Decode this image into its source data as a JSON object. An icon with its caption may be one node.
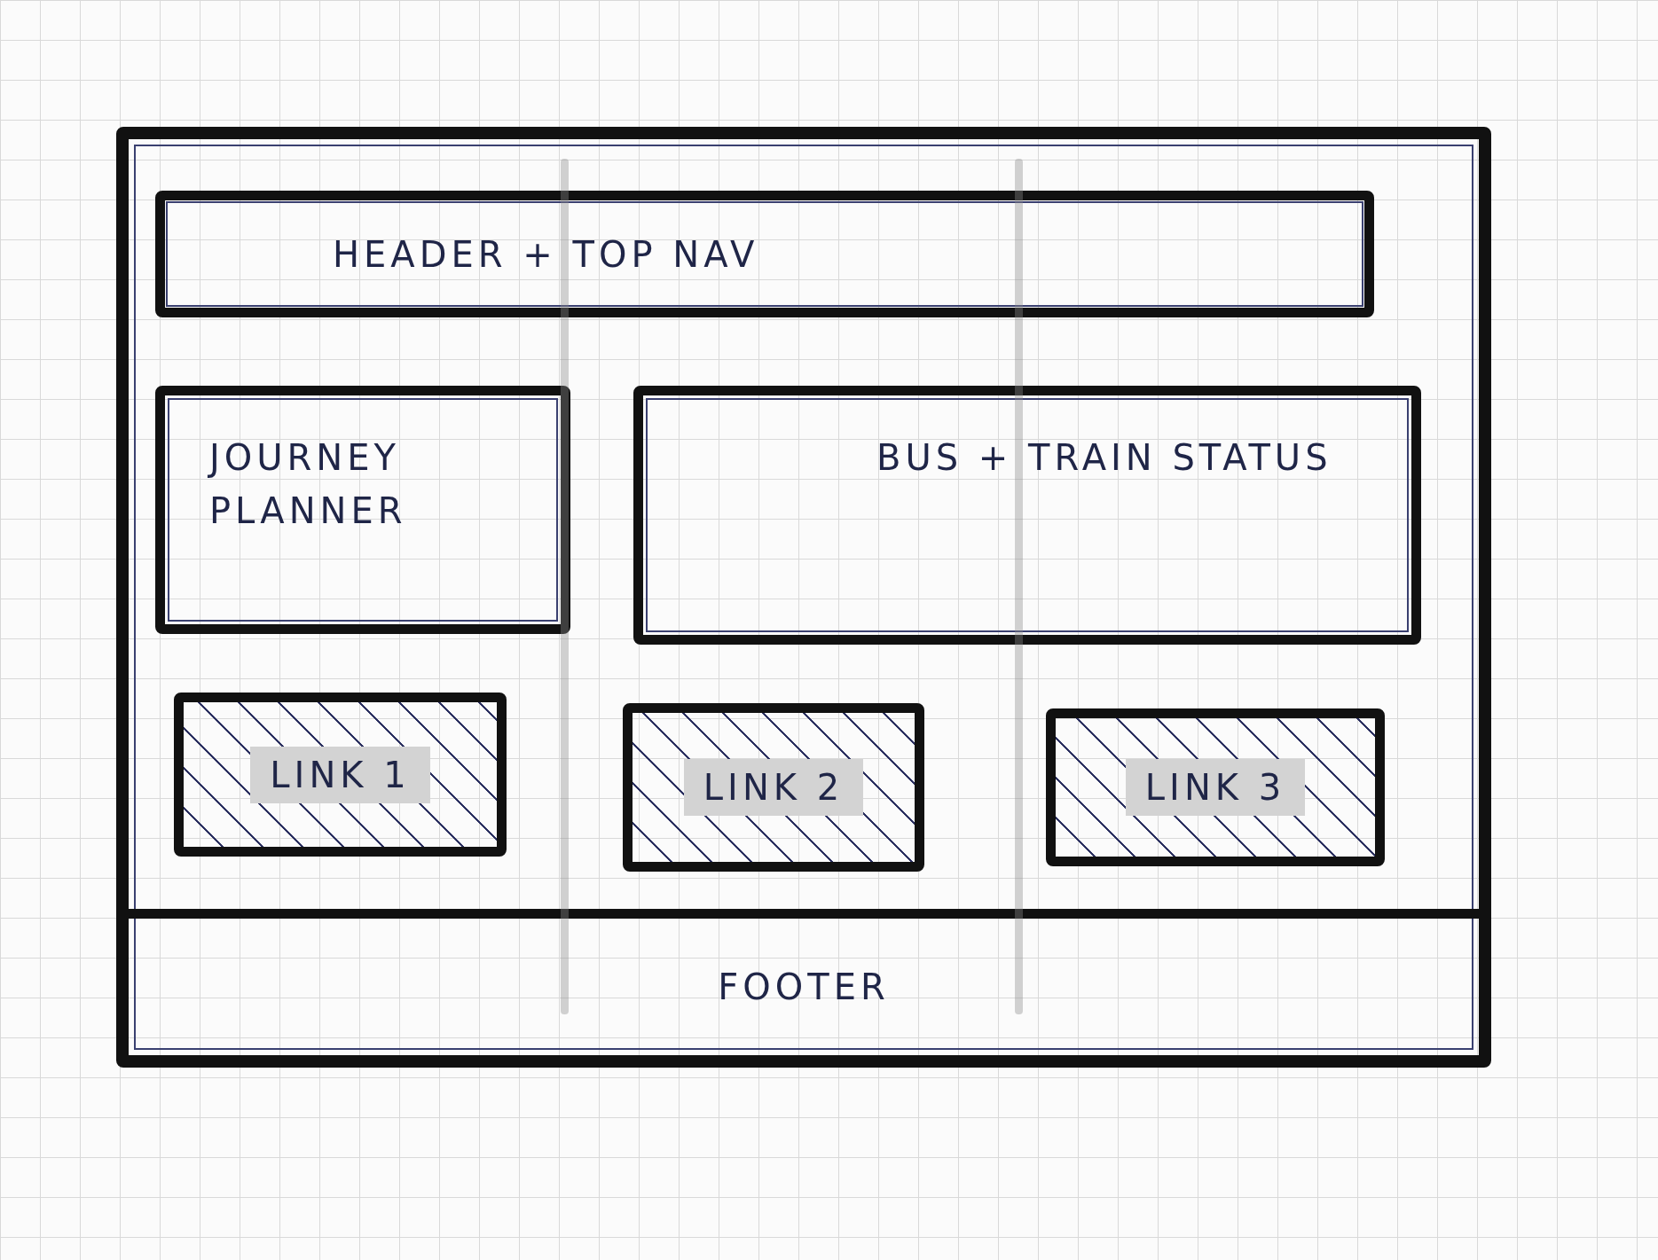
{
  "diagram": {
    "nodes": [
      {
        "text": [],
        "shape": "box"
      },
      {
        "text": [
          "HEADER + TOP NAV"
        ],
        "in": 0
      },
      {
        "text": [
          "JOURNEY PLANNER"
        ],
        "in": 0
      },
      {
        "text": [
          "BUS + TRAIN STATUS"
        ],
        "in": 0
      },
      {
        "text": [
          "LINK 1"
        ],
        "in": 0
      },
      {
        "text": [
          "LINK 2"
        ],
        "in": 0
      },
      {
        "text": [
          "LINK 3"
        ],
        "in": 0
      },
      {
        "text": [
          "FOOTER"
        ],
        "in": 0
      }
    ]
  }
}
